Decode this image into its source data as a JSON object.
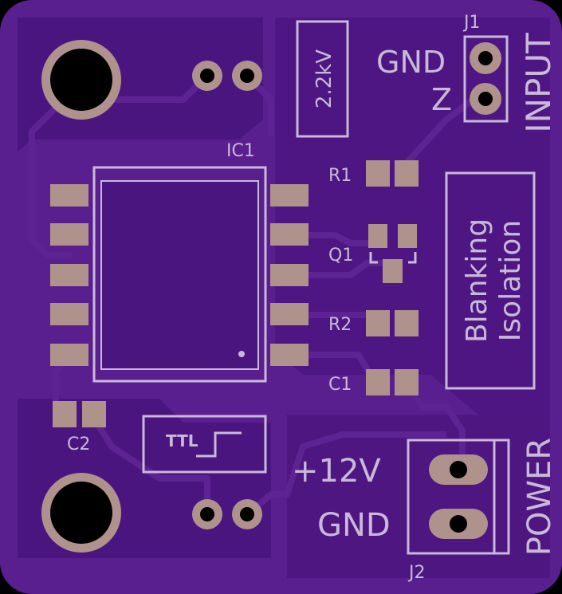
{
  "colors": {
    "board": "#5a1f8f",
    "copper_pour": "#4b1580",
    "trace": "#5d2392",
    "silkscreen": "#c9b8d8",
    "pad": "#b0928c",
    "hole": "#000000"
  },
  "labels": {
    "ic1": "IC1",
    "r1": "R1",
    "q1": "Q1",
    "r2": "R2",
    "c1": "C1",
    "c2": "C2",
    "j1": "J1",
    "j2": "J2",
    "input": "INPUT",
    "power": "POWER",
    "gnd_top": "GND",
    "z": "Z",
    "v12": "+12V",
    "gnd_bottom": "GND",
    "voltage_rating": "2.2kV",
    "blanking": "Blanking",
    "isolation": "Isolation",
    "ttl": "TTL"
  }
}
